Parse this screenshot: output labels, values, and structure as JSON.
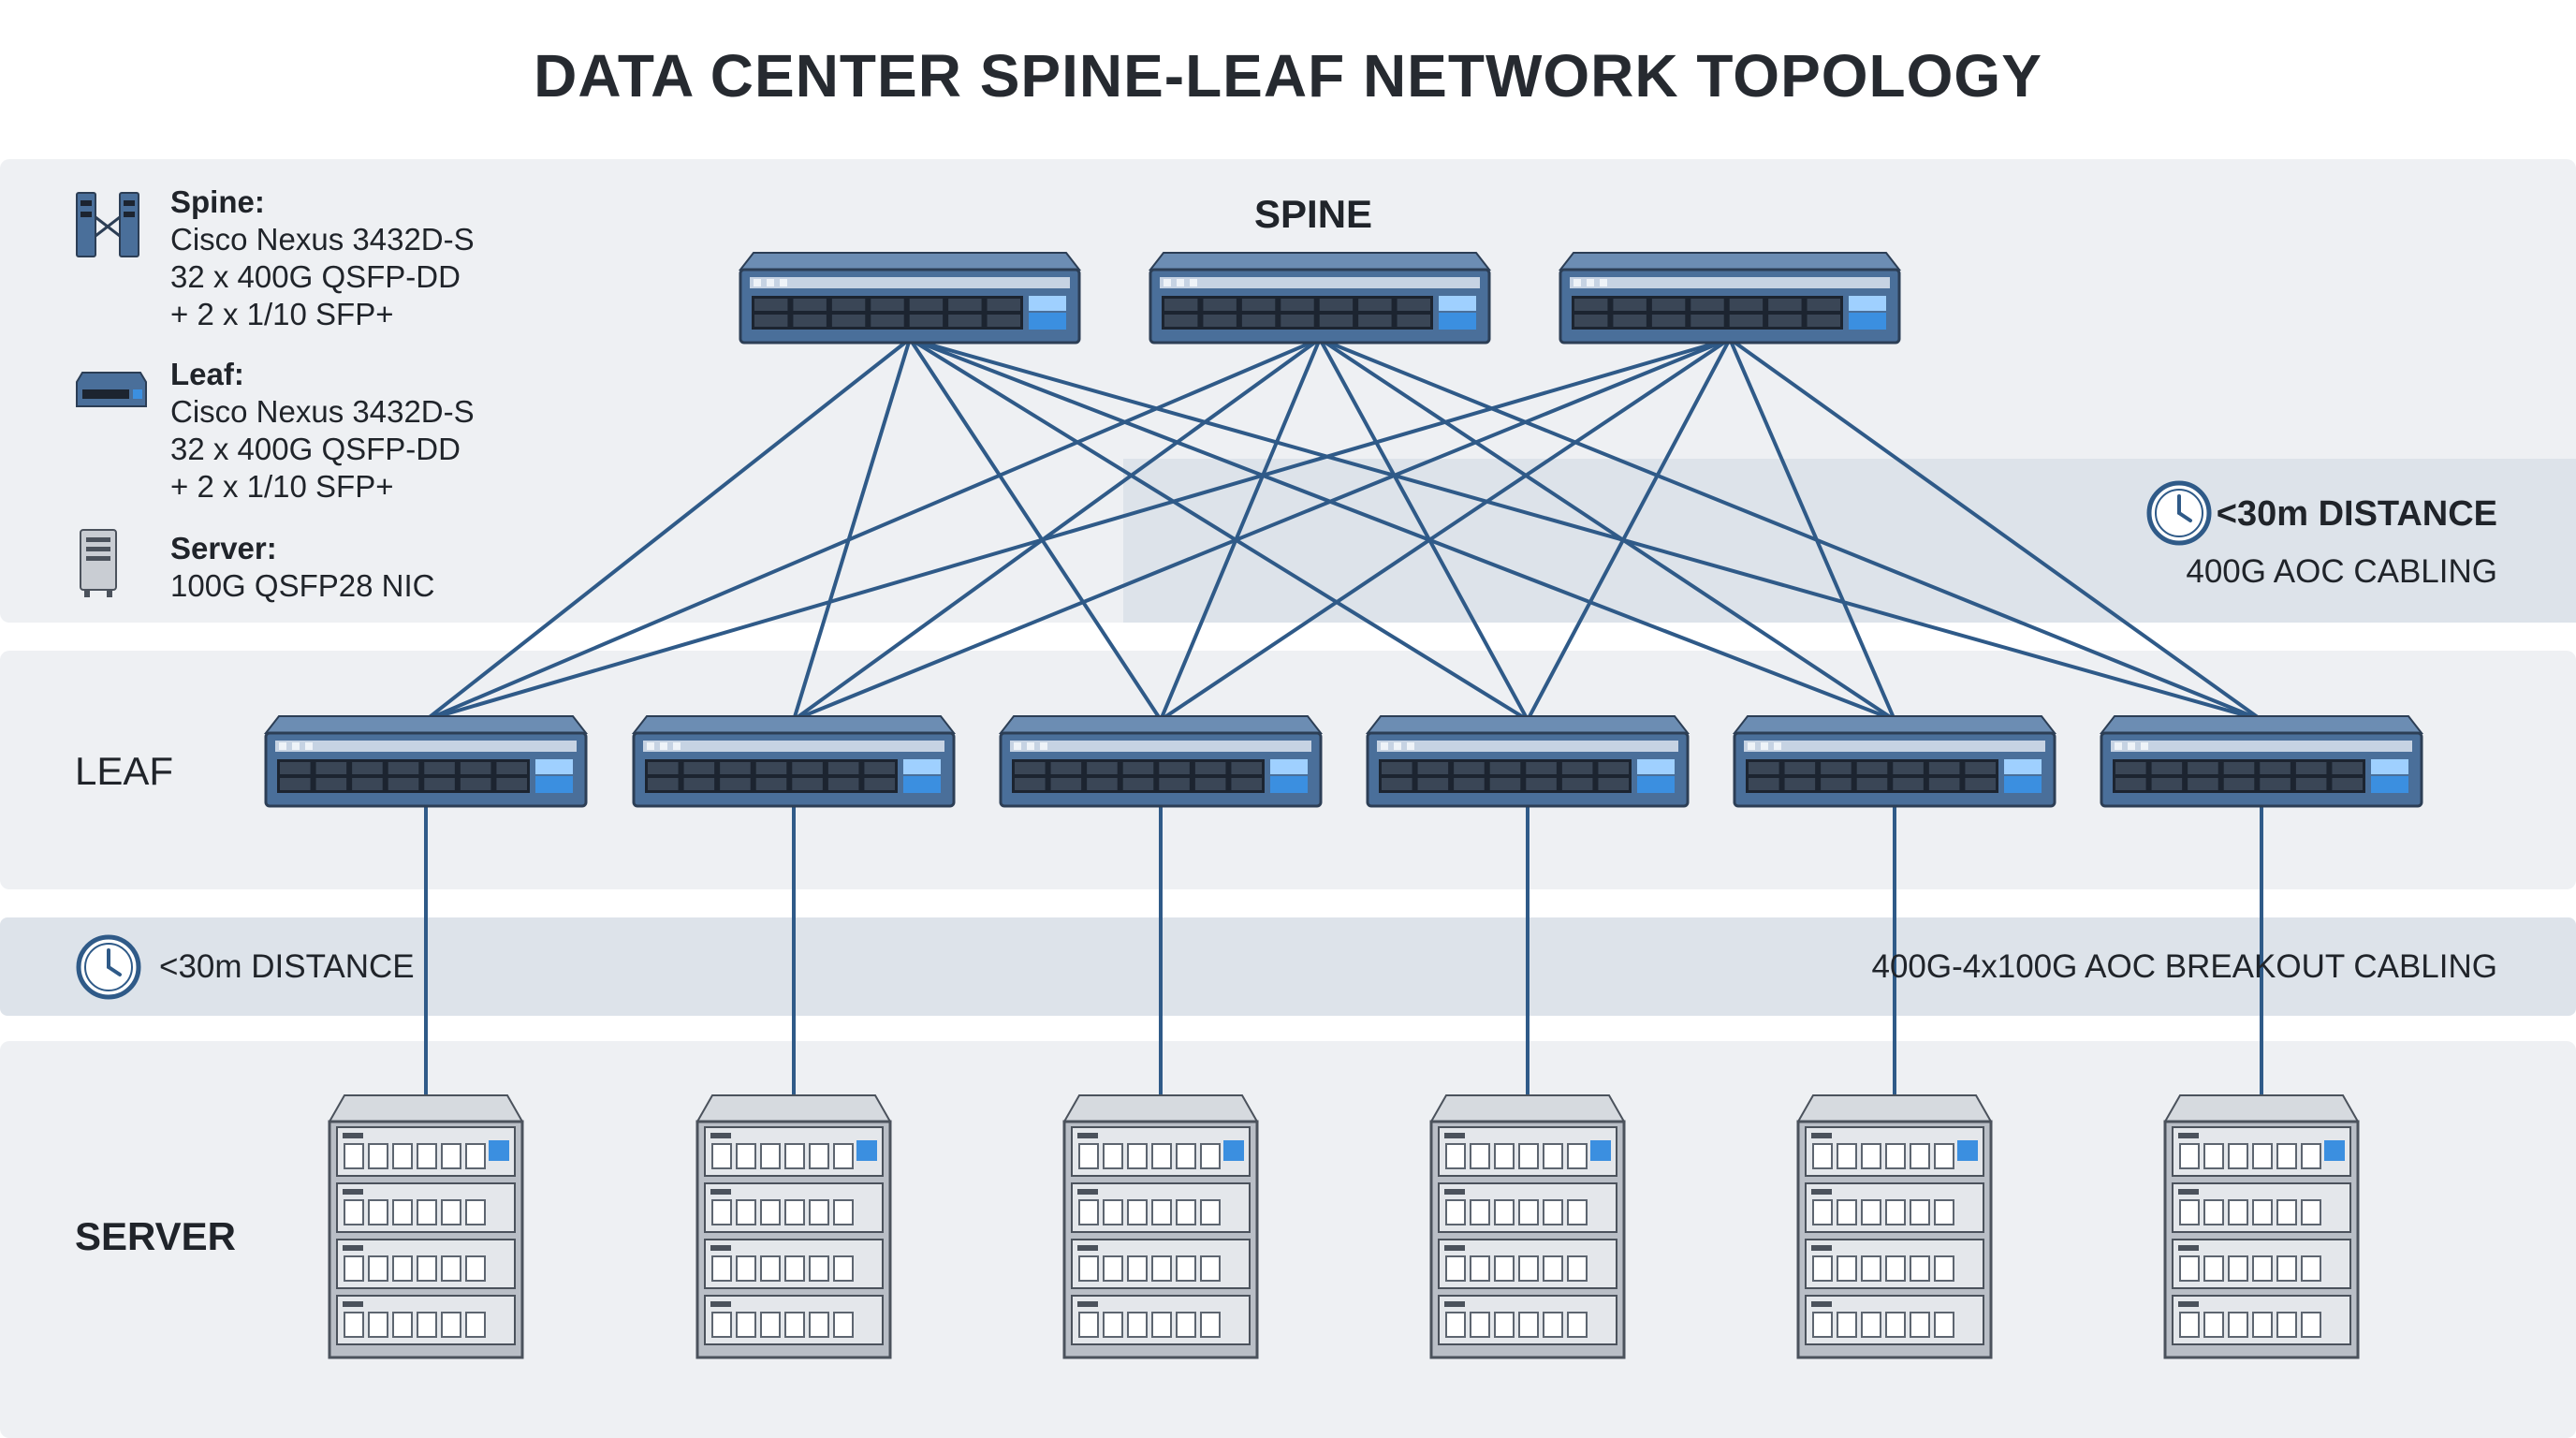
{
  "title": "DATA CENTER SPINE-LEAF NETWORK TOPOLOGY",
  "tiers": {
    "spine": "SPINE",
    "leaf": "LEAF",
    "server": "SERVER"
  },
  "legend": {
    "spine": {
      "icon": "spine-switch-icon",
      "heading": "Spine:",
      "lines": [
        "Cisco Nexus 3432D-S",
        "32 x 400G QSFP-DD",
        "+ 2 x 1/10 SFP+"
      ]
    },
    "leaf": {
      "icon": "leaf-switch-icon",
      "heading": "Leaf:",
      "lines": [
        "Cisco Nexus 3432D-S",
        "32 x 400G QSFP-DD",
        "+ 2 x 1/10 SFP+"
      ]
    },
    "server": {
      "icon": "server-tower-icon",
      "heading": "Server:",
      "lines": [
        "100G QSFP28 NIC"
      ]
    }
  },
  "spine_leaf_link": {
    "icon": "clock-icon",
    "distance": "<30m DISTANCE",
    "cabling": "400G AOC CABLING"
  },
  "leaf_server_link": {
    "icon": "clock-icon",
    "distance": "<30m DISTANCE",
    "cabling": "400G-4x100G AOC BREAKOUT CABLING"
  },
  "topology": {
    "spine_count": 3,
    "leaf_count": 6,
    "server_count": 6,
    "spine_leaf_mesh": "full",
    "leaf_server_links": "one-to-one"
  },
  "colors": {
    "link": "#2f5a88",
    "switch_body": "#4a6f9a",
    "switch_top": "#6c8db3",
    "port": "#1c2430",
    "accent_port": "#3b8fe0",
    "server_body": "#b9bec6",
    "band": "#eef0f3",
    "band_strong": "#dde3ea"
  }
}
